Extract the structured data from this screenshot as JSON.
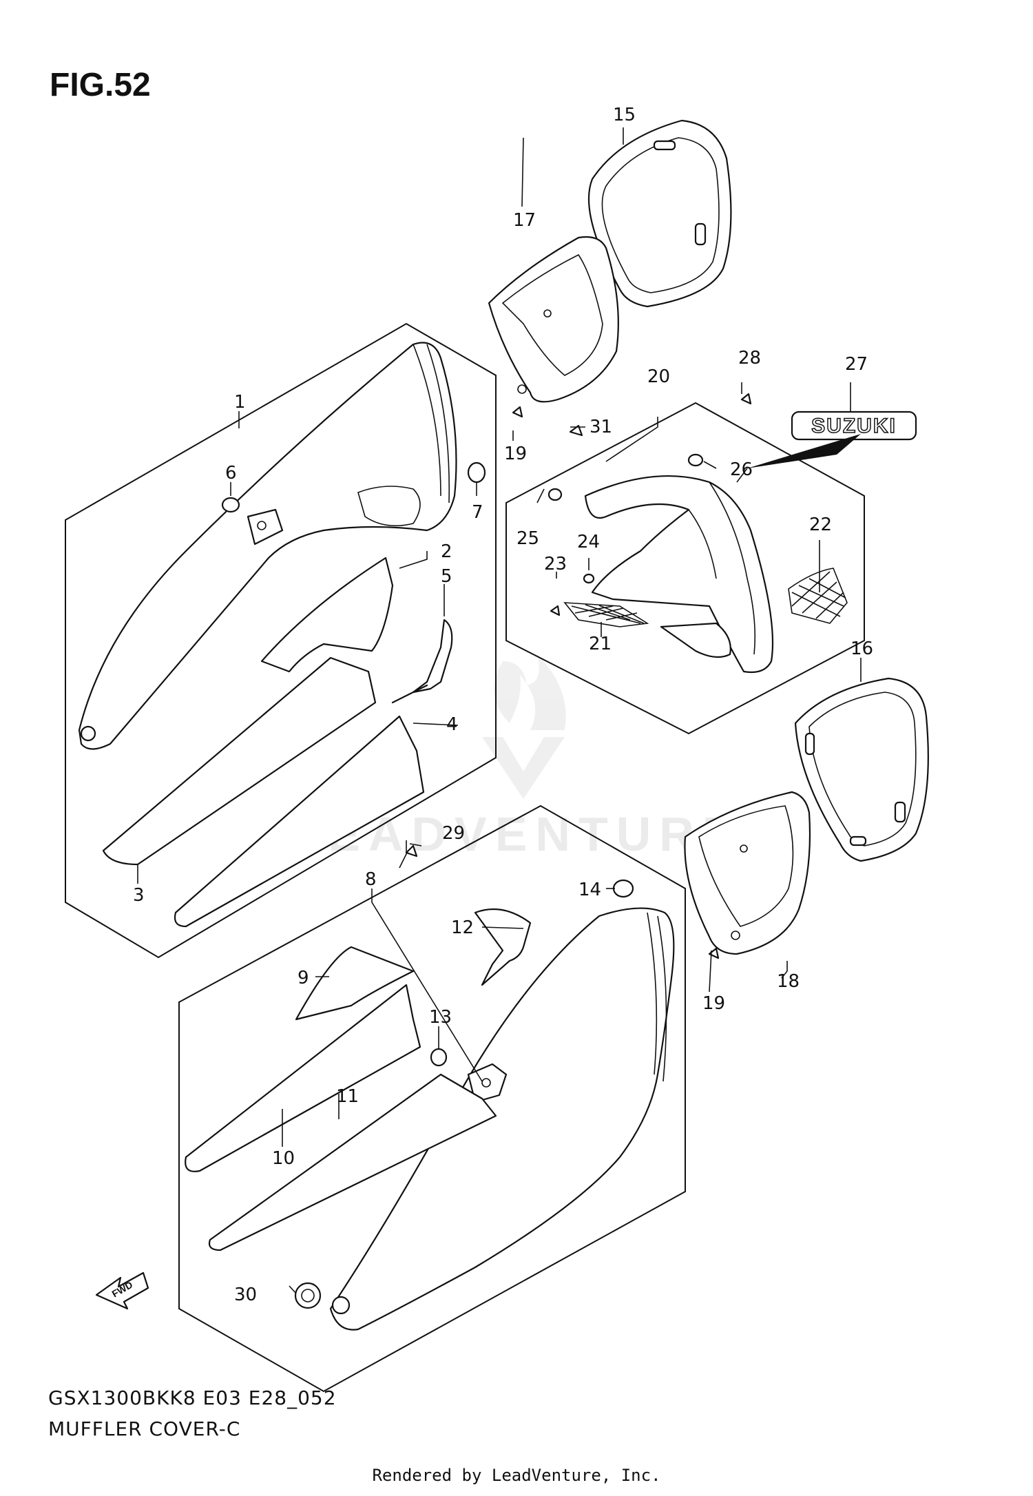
{
  "figure": {
    "title": "FIG.52",
    "model_code": "GSX1300BKK8 E03 E28_052",
    "section_name": "MUFFLER COVER-C",
    "rendered_by": "Rendered by LeadVenture, Inc.",
    "watermark": "LEADVENTURE",
    "logo_decal_text": "SUZUKI",
    "fwd_arrow_text": "FWD"
  },
  "callouts": [
    "1",
    "2",
    "3",
    "4",
    "5",
    "6",
    "7",
    "8",
    "9",
    "10",
    "11",
    "12",
    "13",
    "14",
    "15",
    "16",
    "17",
    "18",
    "19",
    "19",
    "20",
    "21",
    "22",
    "23",
    "24",
    "25",
    "26",
    "27",
    "28",
    "29",
    "30",
    "31"
  ],
  "colors": {
    "line": "#111111",
    "background": "#ffffff",
    "watermark": "#e9e9e9"
  }
}
